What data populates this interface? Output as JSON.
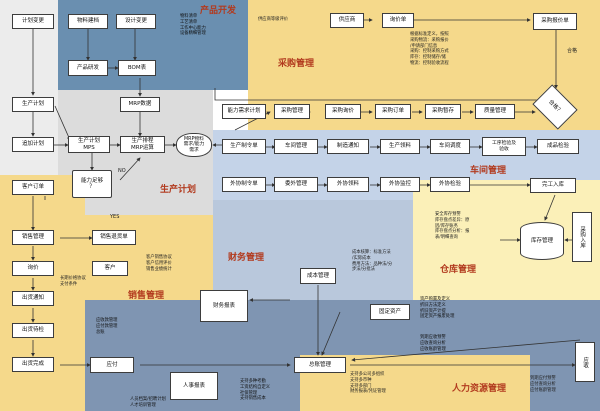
{
  "colors": {
    "product": "#6a8fb0",
    "production": "#dcdcdc",
    "purchase": "#f5d98b",
    "workshop": "#c4d3e8",
    "warehouse": "#fbf0b8",
    "sales": "#f5d98b",
    "finance": "#7f95b2",
    "hr": "#f5d98b",
    "accent_text": "#b23a1e"
  },
  "sections": {
    "product_dev": "产品开发",
    "purchase": "采购管理",
    "production_plan": "生产计划",
    "workshop": "车间管理",
    "finance": "财务管理",
    "warehouse": "仓库管理",
    "sales": "销售管理",
    "hr": "人力资源管理"
  },
  "boxes": {
    "plan_change": "计划变更",
    "material_build": "物料建档",
    "design_change": "设计变更",
    "product_dev_box": "产品研发",
    "bom": "BOM表",
    "mrp_data": "MRP数据",
    "production_plan_box": "生产计划",
    "add_plan": "追加计划",
    "plan_mps": "生产计划\nMPS",
    "process_mrp": "生产排程\nMRP运算",
    "mrp_material": "MRP物料\n需求/能力\n需求",
    "capacity_decision": "能力足够\n？",
    "customer_order": "客户订单",
    "supplier": "供应商",
    "inquiry": "询价单",
    "purchase_quote": "采购报价单",
    "capacity_plan": "能力需求计划",
    "purchase_manage": "采购管理",
    "purchase_inquiry": "采购询价",
    "purchase_order": "采购订单",
    "purchase_temp": "采购暂存",
    "quality_manage": "质量管理",
    "qualified": "合格？",
    "work_order": "生产制令单",
    "shop_manage": "车间管理",
    "make_notice": "制造通知",
    "material_pick": "生产领料",
    "shop_schedule": "车间调度",
    "craft_route": "工序检验及\n验收",
    "finished_inspect": "成品检验",
    "outsource_order": "外协制令单",
    "outsource_manage": "委外管理",
    "outsource_pick": "外协领料",
    "outsource_monitor": "外协监控",
    "outsource_inspect": "外协检验",
    "complete_instock": "完工入库",
    "sales_manage": "销售管理",
    "sales_delivery": "销售退货单",
    "quote": "询价",
    "customer": "客户",
    "cost_manage": "成本管理",
    "fixed_assets": "固定资产",
    "finance_report": "财务报表",
    "stock_manage": "库存管理",
    "purchase_instock": "采购入库",
    "ship_notice": "出货通知",
    "ship_check": "出货待检",
    "ship_done": "出货完成",
    "receivable": "应收",
    "payable": "应付",
    "total_ledger": "总账管理",
    "hr_report": "人事报表"
  },
  "labels": {
    "yes": "YES",
    "no": "NO",
    "qualified_yes": "合格"
  },
  "notes": {
    "product_info": "物料清单\n工艺清单\n工作中心能力\n设备精细管理",
    "supplier_eval": "供应商等级评价",
    "purchase_info": "根据标准定义，按照\n采购物流：采购报价\n/申请部门信息\n采购：控制采购方式\n库存：控制储存/储\n物流：控制验收流程",
    "sales_info": "客户销售协议\n客户信用评价\n销售业绩统计",
    "sales_left": "长期价格协议\n支付条件",
    "cost_info": "成本核算：标准方法\n/实际成本\n费用方法：品种法/分\n步法/分批法",
    "warehouse_info": "安全库存预警\n库存盘点差异：原\n因/库存账务\n库存盘点分析：报\n表/明细查询",
    "asset_info": "资产购置及定义\n折旧方法定义\n折旧资产计提\n固定资产报废处理",
    "sales_bottom": "到期应收预警\n应收查询分析\n应收账龄管理",
    "finance_bottom": "应收款管理\n应付款管理\n总账",
    "hr_info": "支持多公司多组织\n支持多币种\n支持多部门\n财务报表/凭证管理",
    "hr_left": "支持多种考勤\n工资结构自定义\n社保管理\n支持销售成本",
    "hr_bottom": "人员档案/招聘计划\n人才培训管理",
    "payable_info": "到期应付预警\n应付查询分析\n应付账龄管理"
  }
}
